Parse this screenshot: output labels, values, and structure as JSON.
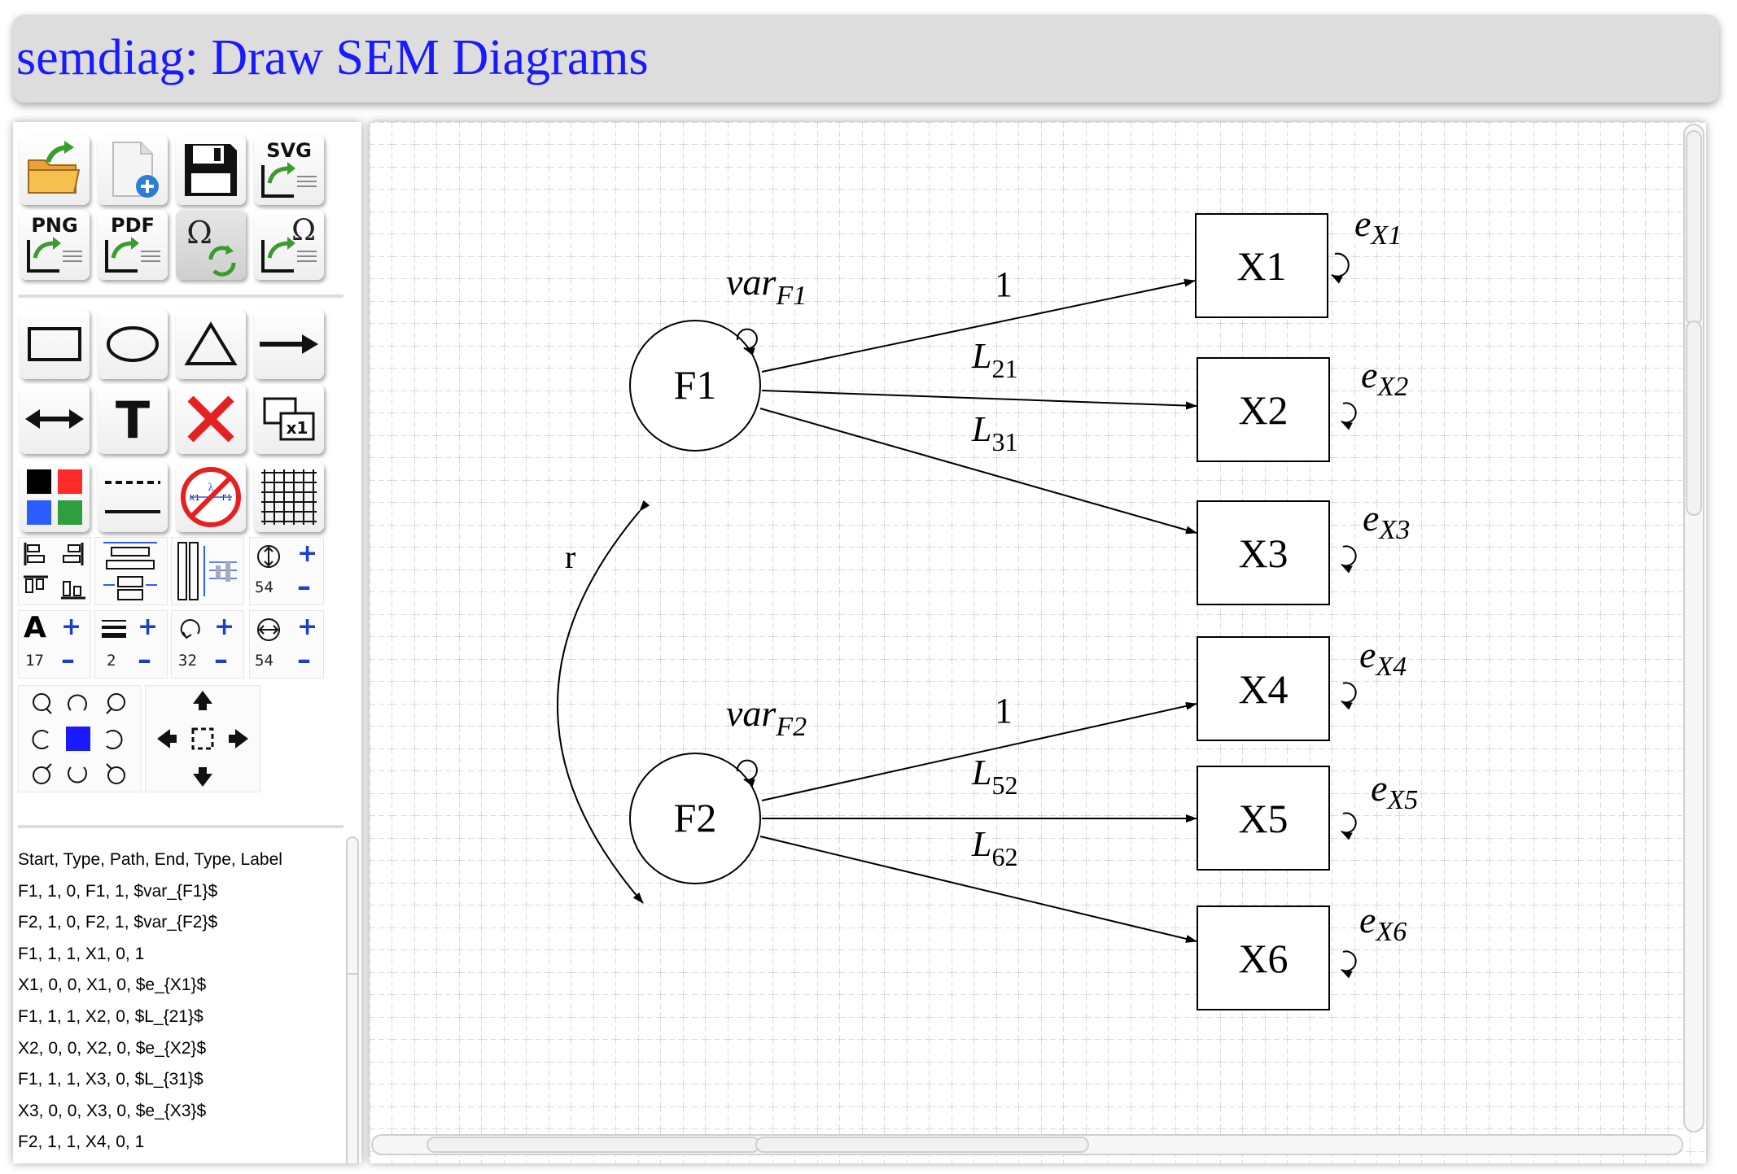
{
  "app": {
    "title": "semdiag: Draw SEM Diagrams"
  },
  "toolbar": {
    "file_buttons": [
      "open-file",
      "new-file",
      "save-file",
      "export-svg",
      "export-png",
      "export-pdf",
      "math-render",
      "export-math"
    ],
    "svg_label": "SVG",
    "png_label": "PNG",
    "pdf_label": "PDF",
    "omega_label": "Ω",
    "shape_buttons": [
      "rectangle",
      "ellipse",
      "triangle",
      "one-way-arrow",
      "two-way-arrow",
      "text",
      "delete",
      "duplicate"
    ],
    "text_tool_label": "T",
    "duplicate_label": "x1",
    "colors": [
      "#000000",
      "#ff2a2a",
      "#2a5cff",
      "#2e9e3e"
    ],
    "font_size": "17",
    "line_width": "2",
    "loop_size": "32",
    "spacing_v": "54",
    "spacing_h": "54",
    "font_icon_label": "A",
    "no_math_label_left": "X1",
    "no_math_label_right": "F1",
    "lambda": "λ"
  },
  "listing": {
    "header": "Start,  Type,  Path,  End,  Type,  Label",
    "rows": [
      "F1,  1,  0,  F1,  1,  $var_{F1}$",
      "F2,  1,  0,  F2,  1,  $var_{F2}$",
      "F1,  1,  1,  X1,  0,  1",
      "X1,  0,  0,  X1,  0,  $e_{X1}$",
      "F1,  1,  1,  X2,  0,  $L_{21}$",
      "X2,  0,  0,  X2,  0,  $e_{X2}$",
      "F1,  1,  1,  X3,  0,  $L_{31}$",
      "X3,  0,  0,  X3,  0,  $e_{X3}$",
      "F2,  1,  1,  X4,  0,  1"
    ]
  },
  "diagram": {
    "latent": [
      {
        "name": "F1",
        "var_base": "var",
        "var_sub": "F1"
      },
      {
        "name": "F2",
        "var_base": "var",
        "var_sub": "F2"
      }
    ],
    "observed": [
      {
        "name": "X1",
        "err_base": "e",
        "err_sub": "X1"
      },
      {
        "name": "X2",
        "err_base": "e",
        "err_sub": "X2"
      },
      {
        "name": "X3",
        "err_base": "e",
        "err_sub": "X3"
      },
      {
        "name": "X4",
        "err_base": "e",
        "err_sub": "X4"
      },
      {
        "name": "X5",
        "err_base": "e",
        "err_sub": "X5"
      },
      {
        "name": "X6",
        "err_base": "e",
        "err_sub": "X6"
      }
    ],
    "paths": [
      {
        "from": "F1",
        "to": "X1",
        "label": "1",
        "label_sub": ""
      },
      {
        "from": "F1",
        "to": "X2",
        "label": "L",
        "label_sub": "21"
      },
      {
        "from": "F1",
        "to": "X3",
        "label": "L",
        "label_sub": "31"
      },
      {
        "from": "F2",
        "to": "X4",
        "label": "1",
        "label_sub": ""
      },
      {
        "from": "F2",
        "to": "X5",
        "label": "L",
        "label_sub": "52"
      },
      {
        "from": "F2",
        "to": "X6",
        "label": "L",
        "label_sub": "62"
      }
    ],
    "covariance": {
      "from": "F1",
      "to": "F2",
      "label": "r"
    }
  }
}
